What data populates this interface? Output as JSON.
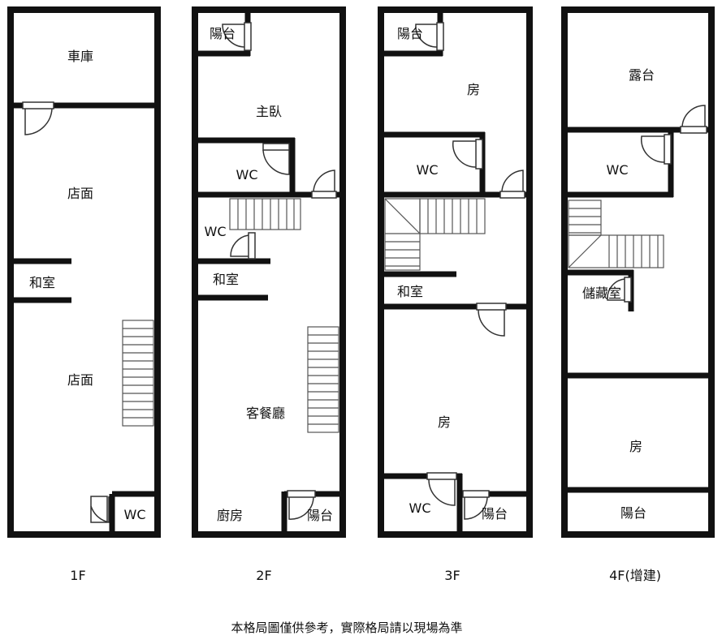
{
  "floors": [
    {
      "label": "1F",
      "rooms": {
        "garage": "車庫",
        "shop_upper": "店面",
        "tatami": "和室",
        "shop_lower": "店面",
        "wc": "WC"
      }
    },
    {
      "label": "2F",
      "rooms": {
        "balcony_top": "陽台",
        "master": "主臥",
        "wc_upper": "WC",
        "wc_lower": "WC",
        "tatami": "和室",
        "living_dining": "客餐廳",
        "kitchen": "廚房",
        "balcony_bottom": "陽台"
      }
    },
    {
      "label": "3F",
      "rooms": {
        "balcony_top": "陽台",
        "room_upper": "房",
        "wc_upper": "WC",
        "tatami": "和室",
        "room_lower": "房",
        "wc_lower": "WC",
        "balcony_bottom": "陽台"
      }
    },
    {
      "label": "4F(增建)",
      "rooms": {
        "terrace": "露台",
        "wc": "WC",
        "storage": "儲藏室",
        "room": "房",
        "balcony": "陽台"
      }
    }
  ],
  "footer_note": "本格局圖僅供參考，實際格局請以現場為準",
  "colors": {
    "wall": "#111111",
    "door": "#333333",
    "stair": "#555555",
    "background": "#ffffff"
  }
}
